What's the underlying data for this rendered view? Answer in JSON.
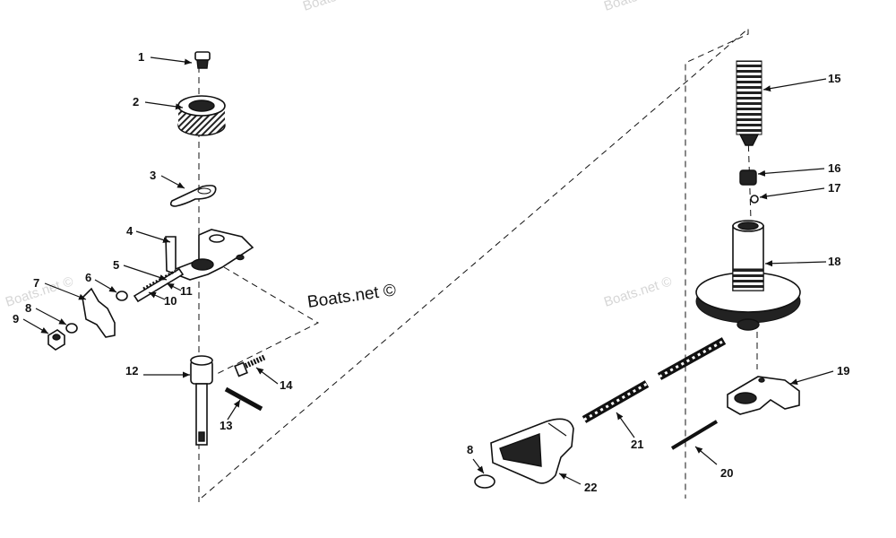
{
  "watermark": {
    "main": "Boats.net ©",
    "faint": [
      "Boats.net ©",
      "Boats.net ©",
      "Boats",
      "Boats.net"
    ]
  },
  "callouts": [
    "1",
    "2",
    "3",
    "4",
    "5",
    "6",
    "7",
    "8",
    "9",
    "10",
    "11",
    "12",
    "13",
    "14",
    "15",
    "16",
    "17",
    "18",
    "19",
    "20",
    "21",
    "8",
    "22"
  ]
}
